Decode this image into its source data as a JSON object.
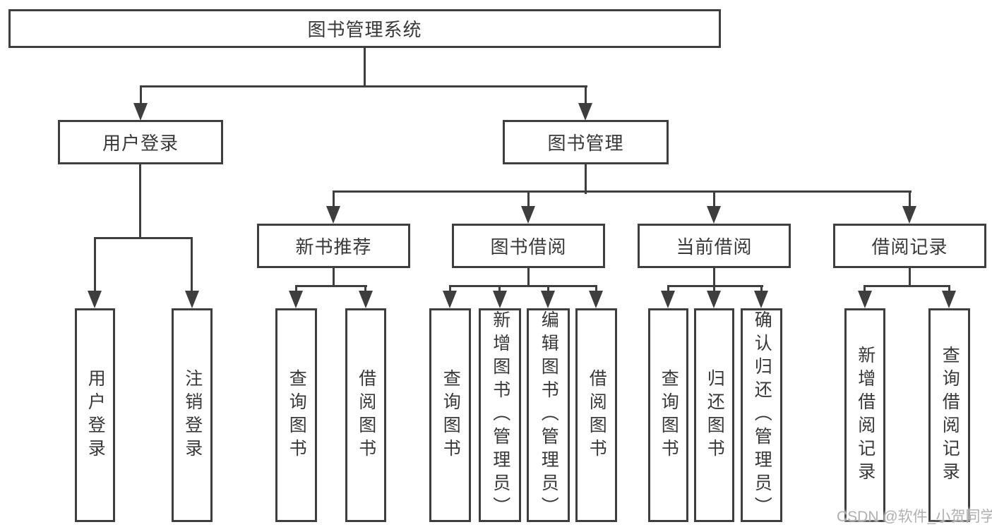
{
  "diagram": {
    "colors": {
      "line": "#3e3e3e",
      "text": "#383838",
      "watermark": "#b0b0b0",
      "bg": "#ffffff"
    },
    "root": {
      "label": "图书管理系统"
    },
    "level2": [
      {
        "label": "用户登录",
        "children": [
          {
            "label": "用户登录"
          },
          {
            "label": "注销登录"
          }
        ]
      },
      {
        "label": "图书管理",
        "children": [
          {
            "label": "新书推荐",
            "children": [
              {
                "label": "查询图书"
              },
              {
                "label": "借阅图书"
              }
            ]
          },
          {
            "label": "图书借阅",
            "children": [
              {
                "label": "查询图书"
              },
              {
                "label": "新增图书（管理员）"
              },
              {
                "label": "编辑图书（管理员）"
              },
              {
                "label": "借阅图书"
              }
            ]
          },
          {
            "label": "当前借阅",
            "children": [
              {
                "label": "查询图书"
              },
              {
                "label": "归还图书"
              },
              {
                "label": "确认归还（管理员）"
              }
            ]
          },
          {
            "label": "借阅记录",
            "children": [
              {
                "label": "新增借阅记录"
              },
              {
                "label": "查询借阅记录"
              }
            ]
          }
        ]
      }
    ],
    "watermark": "CSDN @软件_小贺同学"
  }
}
